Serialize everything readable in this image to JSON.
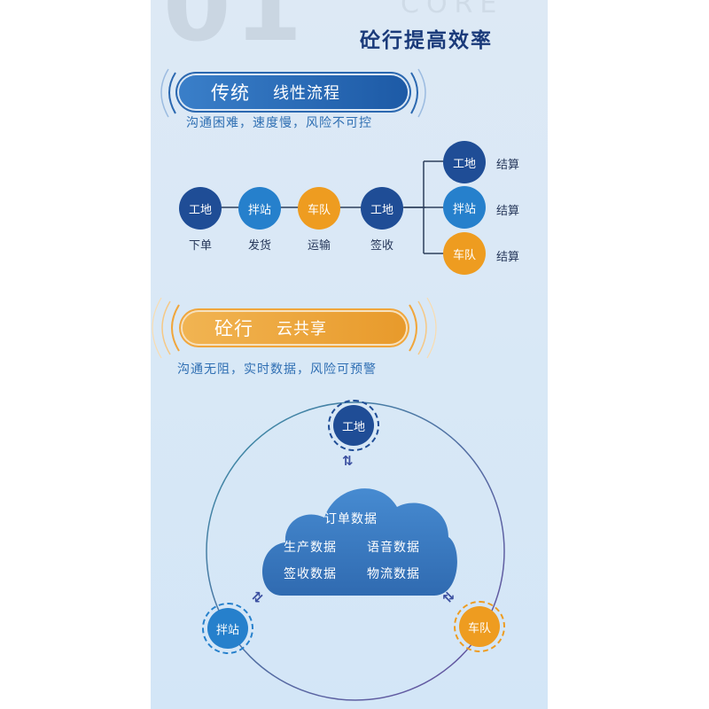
{
  "watermark": {
    "number": "01",
    "word": "CORE"
  },
  "headline": "砼行提高效率",
  "traditional": {
    "title": "传统",
    "subtitle": "线性流程",
    "caption": "沟通困难，速度慢，风险不可控",
    "steps": [
      {
        "node": "工地",
        "label": "下单",
        "color": "#1f4d96"
      },
      {
        "node": "拌站",
        "label": "发货",
        "color": "#2680cc"
      },
      {
        "node": "车队",
        "label": "运输",
        "color": "#ee9c20"
      },
      {
        "node": "工地",
        "label": "签收",
        "color": "#1f4d96"
      }
    ],
    "branches": [
      {
        "node": "工地",
        "label": "结算",
        "color": "#1f4d96"
      },
      {
        "node": "拌站",
        "label": "结算",
        "color": "#2680cc"
      },
      {
        "node": "车队",
        "label": "结算",
        "color": "#ee9c20"
      }
    ]
  },
  "cloud_share": {
    "title": "砼行",
    "subtitle": "云共享",
    "caption": "沟通无阻，实时数据，风险可预警",
    "nodes": {
      "top": "工地",
      "left": "拌站",
      "right": "车队"
    },
    "cloud": {
      "title": "订单数据",
      "items": [
        "生产数据",
        "语音数据",
        "签收数据",
        "物流数据"
      ]
    },
    "exchange_symbol": "⇅"
  }
}
